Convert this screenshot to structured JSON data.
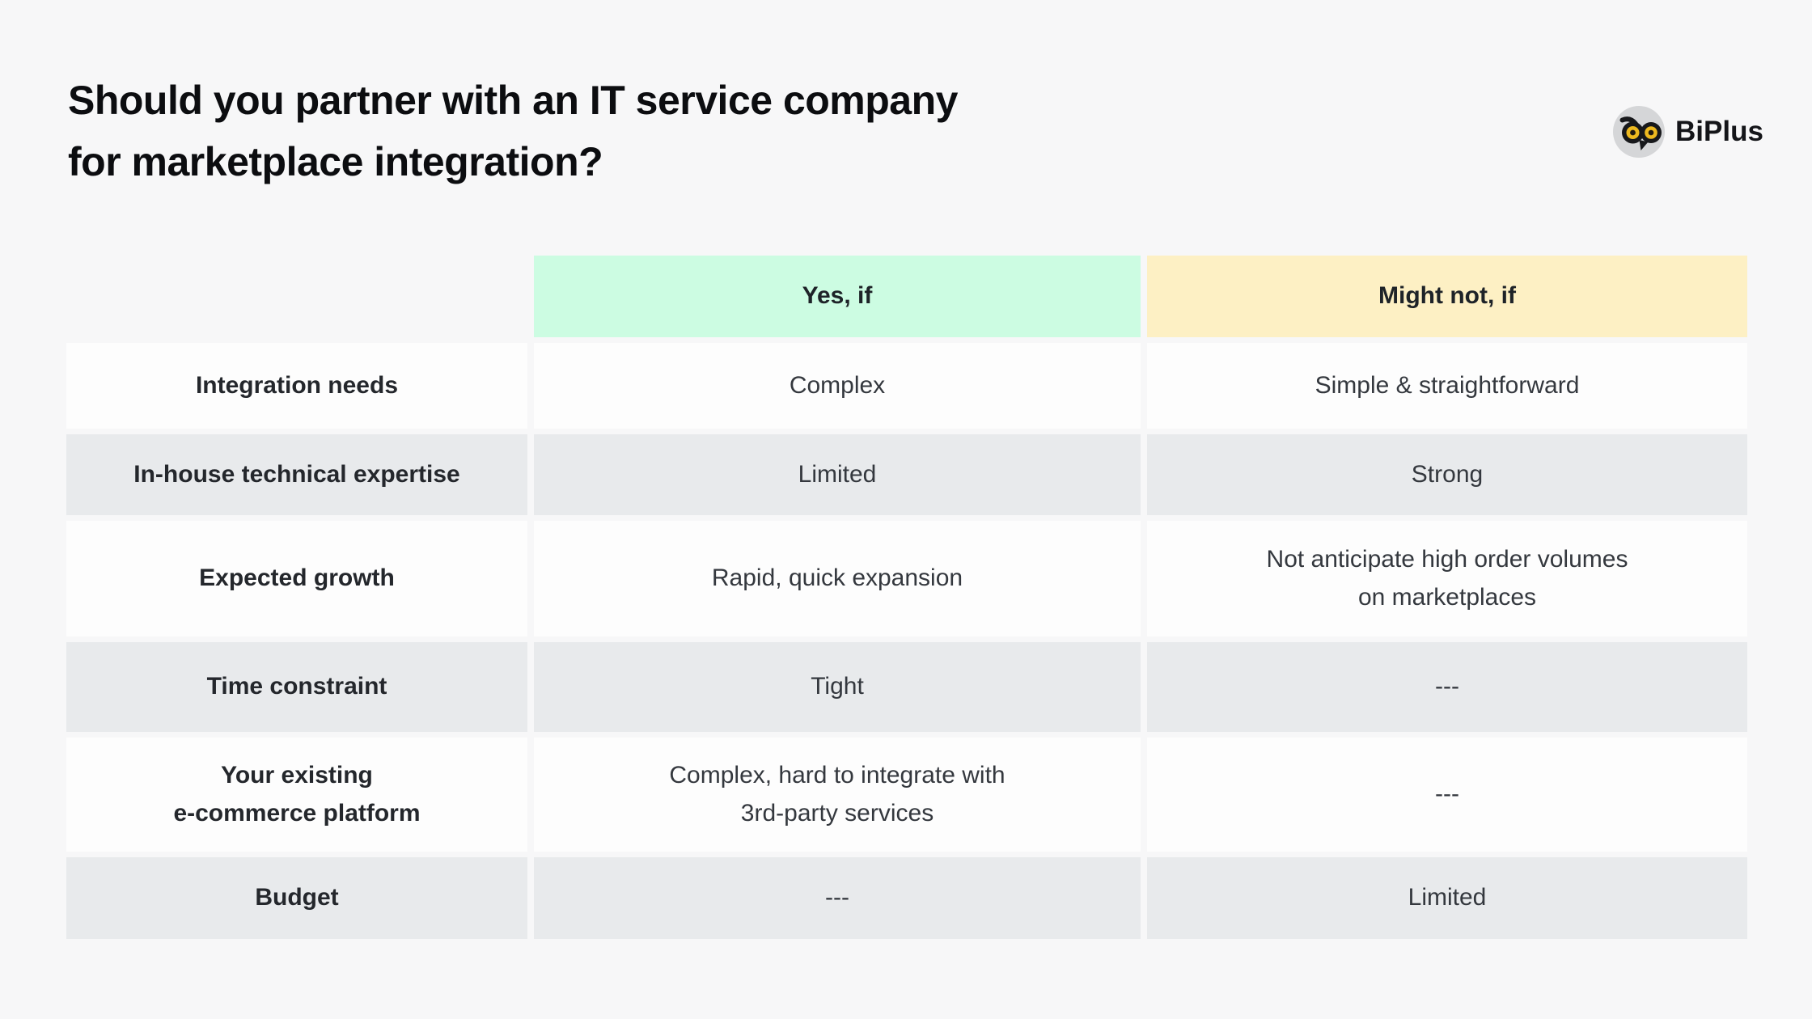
{
  "page": {
    "title": "Should you partner with an IT service company\nfor marketplace integration?"
  },
  "logo": {
    "brand": "BiPlus",
    "icon": "owl-icon"
  },
  "colors": {
    "page_background": "#f7f7f8",
    "yes_header": "#ccfce2",
    "might_not_header": "#fdf0c4",
    "row_gray": "#e8eaec",
    "row_white": "#fdfdfd",
    "logo_circle": "#d5d6d8",
    "logo_eye_yellow": "#edb91f",
    "logo_ink": "#17181b"
  },
  "table": {
    "columns": [
      {
        "key": "yes",
        "label": "Yes, if"
      },
      {
        "key": "might_not",
        "label": "Might not, if"
      }
    ],
    "rows": [
      {
        "label": "Integration needs",
        "yes": "Complex",
        "might_not": "Simple & straightforward"
      },
      {
        "label": "In-house technical expertise",
        "yes": "Limited",
        "might_not": "Strong"
      },
      {
        "label": "Expected growth",
        "yes": "Rapid, quick expansion",
        "might_not": "Not anticipate high order volumes\non marketplaces"
      },
      {
        "label": "Time constraint",
        "yes": "Tight",
        "might_not": "---"
      },
      {
        "label": "Your existing\ne-commerce platform",
        "yes": "Complex, hard to integrate with\n3rd-party services",
        "might_not": "---"
      },
      {
        "label": "Budget",
        "yes": "---",
        "might_not": "Limited"
      }
    ]
  }
}
